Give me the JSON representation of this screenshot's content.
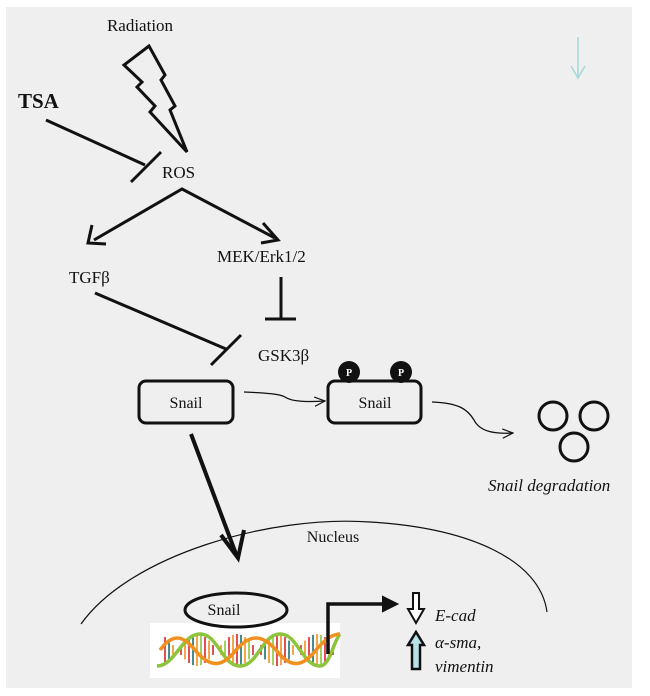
{
  "diagram": {
    "title": "Radiation / TSA regulation of Snail via ROS signaling",
    "nodes": {
      "radiation": "Radiation",
      "tsa": "TSA",
      "ros": "ROS",
      "tgfb": "TGFβ",
      "mek": "MEK/Erk1/2",
      "gsk3b": "GSK3β",
      "snail_cyto": "Snail",
      "snail_phos": "Snail",
      "phospho_1": "P",
      "phospho_2": "P",
      "degradation": "Snail degradation",
      "nucleus": "Nucleus",
      "snail_nuclear": "Snail",
      "ecad": "E-cad",
      "asma": "α-sma,",
      "vimentin": "vimentin"
    },
    "edges": [
      {
        "from": "radiation",
        "to": "ros",
        "type": "lightning"
      },
      {
        "from": "tsa",
        "to": "ros",
        "type": "inhibit"
      },
      {
        "from": "ros",
        "to": "tgfb",
        "type": "activate"
      },
      {
        "from": "ros",
        "to": "mek",
        "type": "activate"
      },
      {
        "from": "tgfb",
        "to": "gsk3b",
        "type": "inhibit"
      },
      {
        "from": "mek",
        "to": "gsk3b",
        "type": "inhibit"
      },
      {
        "from": "snail_cyto",
        "to": "snail_phos",
        "type": "activate"
      },
      {
        "from": "snail_phos",
        "to": "degradation",
        "type": "activate"
      },
      {
        "from": "snail_cyto",
        "to": "nucleus",
        "type": "activate"
      },
      {
        "from": "snail_nuclear",
        "to": "genes",
        "type": "transcription"
      }
    ],
    "regulation": {
      "ecad": "down",
      "asma_vimentin": "up"
    },
    "colors": {
      "background": "#efefef",
      "line": "#111111",
      "accent_arrow": "#a8d8de",
      "dna_orange": "#f0901e",
      "dna_green": "#8cc43c",
      "dna_red": "#d8262e",
      "dna_teal": "#1d6e6e"
    }
  }
}
